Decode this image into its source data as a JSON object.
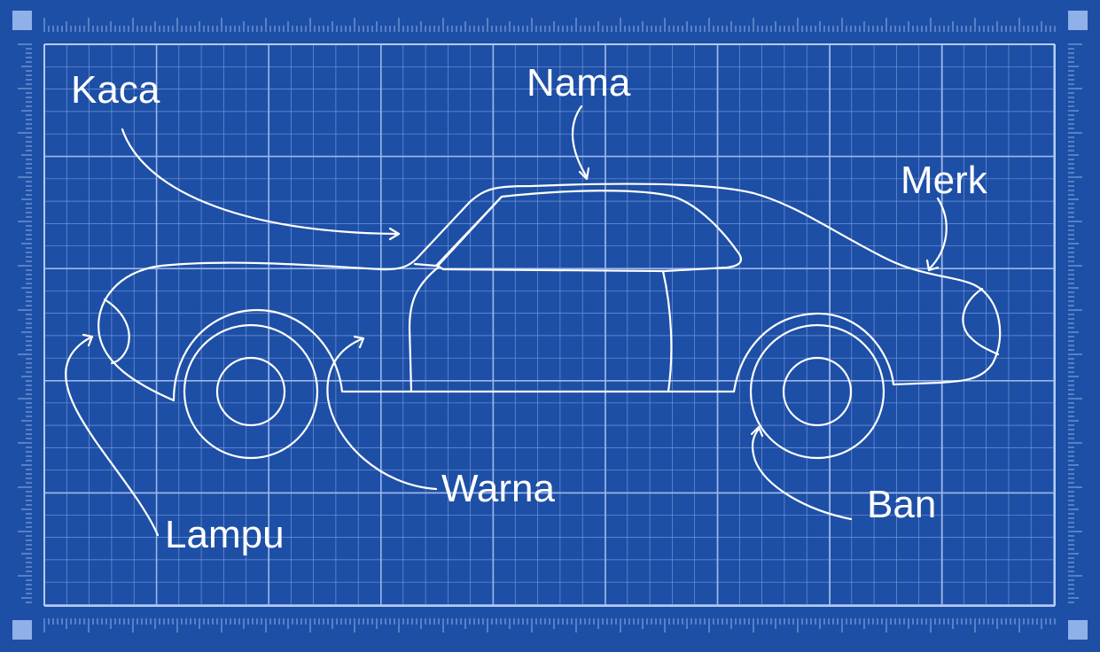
{
  "colors": {
    "background": "#1e4fa6",
    "grid_minor": "#6f95d8",
    "grid_major": "#9bb8ea",
    "line": "#ffffff"
  },
  "diagram": {
    "subject": "car-side-view-blueprint",
    "labels": {
      "kaca": "Kaca",
      "nama": "Nama",
      "merk": "Merk",
      "lampu": "Lampu",
      "warna": "Warna",
      "ban": "Ban"
    }
  }
}
